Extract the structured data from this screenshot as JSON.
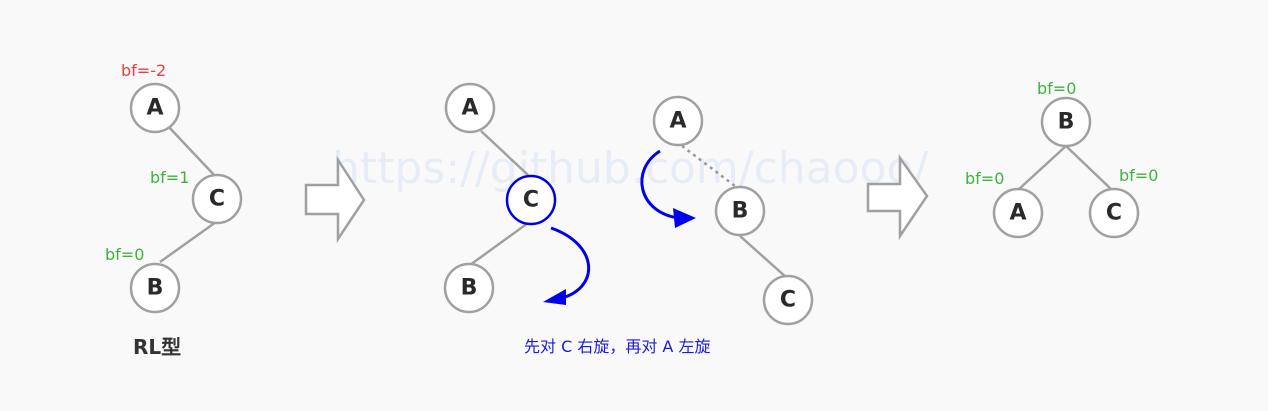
{
  "watermark": "https://github.com/chaooo/",
  "colors": {
    "background": "#f9f9f9",
    "node_stroke": "#a0a0a0",
    "highlight": "#0000e6",
    "bf_negative": "#f03c3c",
    "bf_positive": "#3cb43c",
    "caption": "#1a1adc"
  },
  "panel1": {
    "title": "RL型",
    "nodes": {
      "A": "A",
      "C": "C",
      "B": "B"
    },
    "bf": {
      "A": "bf=-2",
      "C": "bf=1",
      "B": "bf=0"
    }
  },
  "panel2": {
    "nodes": {
      "A": "A",
      "C": "C",
      "B": "B"
    },
    "note": "right rotation on C"
  },
  "panel3": {
    "nodes": {
      "A": "A",
      "B": "B",
      "C": "C"
    }
  },
  "caption": "先对 C 右旋，再对 A 左旋",
  "panel4": {
    "nodes": {
      "B": "B",
      "A": "A",
      "C": "C"
    },
    "bf": {
      "B": "bf=0",
      "A": "bf=0",
      "C": "bf=0"
    }
  }
}
